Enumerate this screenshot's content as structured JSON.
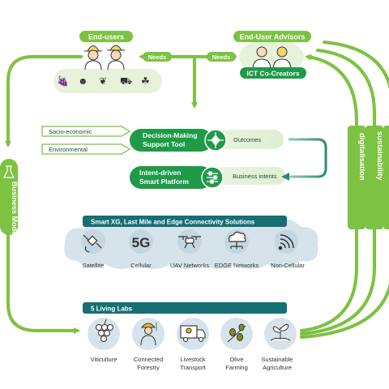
{
  "colors": {
    "green": "#7dc242",
    "dark_green": "#1f9a48",
    "teal": "#166f73",
    "light_green": "#e7f2da",
    "gray_blue": "#d6e3ea"
  },
  "top": {
    "end_users": "End-users",
    "advisors": "End-User Advisors",
    "co_creators": "ICT Co-Creators",
    "needs_1": "Needs",
    "needs_2": "Needs",
    "end_user_icons": [
      "grapes-icon",
      "people-icon",
      "plant-icon",
      "truck-icon",
      "seedling-icon"
    ]
  },
  "left": {
    "business_models": "Business Models"
  },
  "middle": {
    "inputs": [
      "Socio-economic",
      "Environmental"
    ],
    "dmst_line1": "Decision-Making",
    "dmst_line2": "Support Tool",
    "outcomes": "Outcomes",
    "isp_line1": "Intent-driven",
    "isp_line2": "Smart Platform",
    "business_intents": "Business intents"
  },
  "right": {
    "pillars": [
      "digitalisation",
      "sustainability",
      "..."
    ]
  },
  "connectivity": {
    "title": "Smart XG, Last Mile and Edge Connectivity Solutions",
    "items": [
      {
        "icon": "satellite-icon",
        "big": "",
        "label": "Satellite"
      },
      {
        "icon": "cellular-5g-icon",
        "big": "5G",
        "label": "Cellular"
      },
      {
        "icon": "drone-icon",
        "big": "",
        "label": "UAV Networks"
      },
      {
        "icon": "cloud-network-icon",
        "big": "",
        "label": "EDGE Networks"
      },
      {
        "icon": "wireless-icon",
        "big": "",
        "label": "Non-Cellular"
      }
    ]
  },
  "labs": {
    "title": "5 Living Labs",
    "items": [
      {
        "icon": "grapes-icon",
        "label1": "Viticulture",
        "label2": ""
      },
      {
        "icon": "forester-icon",
        "label1": "Connected",
        "label2": "Forestry"
      },
      {
        "icon": "truck-icon",
        "label1": "Livestock",
        "label2": "Transport"
      },
      {
        "icon": "olive-icon",
        "label1": "Olive",
        "label2": "Farming"
      },
      {
        "icon": "seedling-icon",
        "label1": "Sustainable",
        "label2": "Agriculture"
      }
    ]
  }
}
